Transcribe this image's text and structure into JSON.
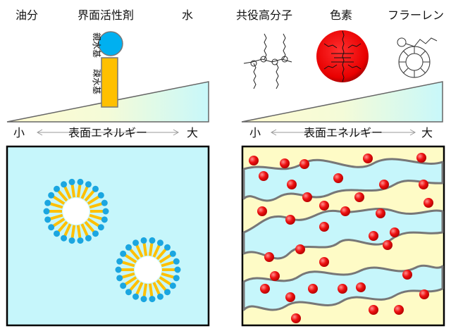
{
  "left": {
    "labels": {
      "oil": "油分",
      "surfactant": "界面活性剤",
      "water": "水"
    },
    "hydrophilic": "親水基",
    "hydrophobic": "疎水基",
    "axis": {
      "small": "小",
      "title": "表面エネルギー",
      "large": "大"
    }
  },
  "right": {
    "labels": {
      "polymer": "共役高分子",
      "dye": "色素",
      "fullerene": "フラーレン"
    },
    "axis": {
      "small": "小",
      "title": "表面エネルギー",
      "large": "大"
    }
  },
  "colors": {
    "cyan": "#c6f6fb",
    "yellow": "#fefbc6",
    "orange": "#ffc000",
    "blue": "#1ba6e0",
    "red": "#ee1111"
  }
}
